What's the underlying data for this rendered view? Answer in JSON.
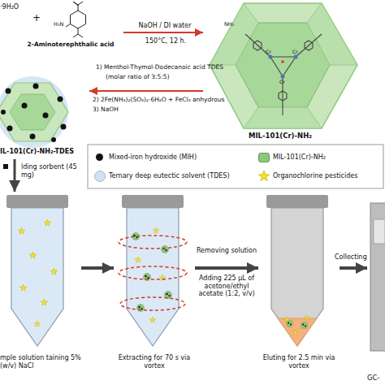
{
  "diagram": {
    "nodes": [
      {
        "text": [
          "2-Aminoterephthalic acid"
        ]
      },
      {
        "text": [
          "MIL-101(Cr)-NH₂"
        ]
      },
      {
        "text": [
          "IL-101(Cr)-NH₂-TDES"
        ]
      },
      {
        "text": [
          "mple solution taining 5% (w/v) NaCl"
        ]
      },
      {
        "text": [
          "Extracting for 70 s via vortex"
        ]
      },
      {
        "text": [
          "Eluting for 2.5 min via vortex"
        ]
      },
      {
        "text": [
          "GC-"
        ]
      }
    ],
    "edges": [
      {
        "from": 0,
        "to": 1,
        "arrow": "to",
        "label": "NaOH / DI water"
      },
      {
        "from": 1,
        "to": 2,
        "arrow": "to"
      },
      {
        "from": 2,
        "to": 3,
        "arrow": "to",
        "label": "lding sorbent (45 mg)"
      },
      {
        "from": 3,
        "to": 4,
        "arrow": "to"
      },
      {
        "from": 4,
        "to": 5,
        "arrow": "to",
        "label": "Removing solution"
      },
      {
        "from": 5,
        "to": 6,
        "arrow": "to",
        "label": "Collecting"
      }
    ],
    "labels": [
      "·9H₂O",
      "+",
      "H₂N",
      "150°C, 12 h.",
      "1) Menthol-Thymol-Dodecanoic acid TDES",
      "(molar ratio of 3:5:5)",
      "2) 2Fe(NH₄)₂(SO₄)₂·6H₂O + FeCl₃ anhydrous",
      "3) NaOH",
      "Adding 225 µL of acetone/ethyl acetate (1:2, v/v)",
      "Cr",
      "Cr",
      "Cr",
      "NH₂"
    ],
    "legend": [
      {
        "text": "Mixed-iron hydroxide (MIH)",
        "color": "#111111"
      },
      {
        "text": "MIL-101(Cr)-NH₂",
        "color": "#8cc87e"
      },
      {
        "text": "Ternary deep eutectic solvent (TDES)",
        "color": "#cfe2f3"
      },
      {
        "text": "Organochlorine pesticides",
        "color": "#f5e21b"
      }
    ]
  }
}
